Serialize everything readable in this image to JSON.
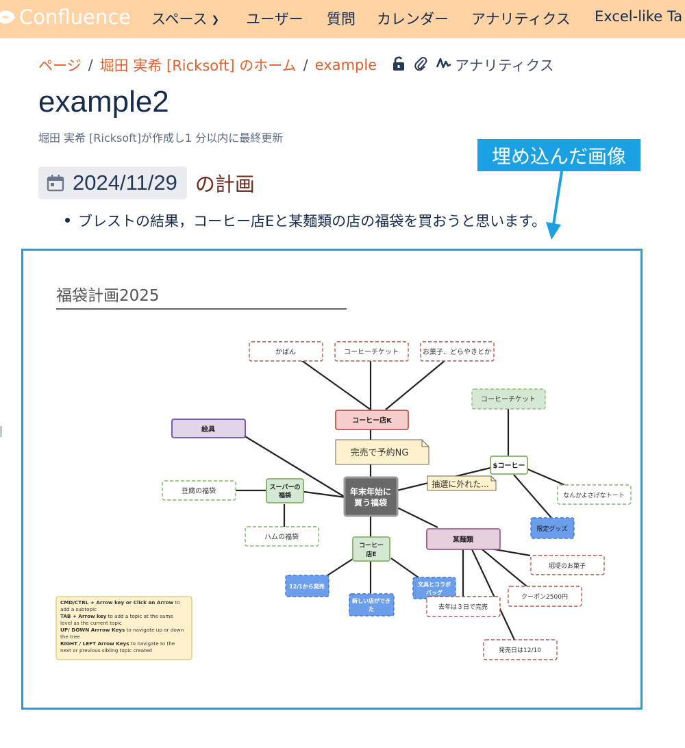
{
  "header": {
    "app_name": "Confluence",
    "nav": [
      {
        "label": "スペース",
        "has_dropdown": true
      },
      {
        "label": "ユーザー"
      },
      {
        "label": "質問"
      },
      {
        "label": "カレンダー"
      },
      {
        "label": "アナリティクス"
      },
      {
        "label": "Excel-like Ta"
      }
    ],
    "colors": {
      "bar": "#ffd3a4",
      "logo_text": "#ffffff"
    }
  },
  "breadcrumb": {
    "items": [
      "ページ",
      "堀田 実希 [Ricksoft] のホーム",
      "example"
    ],
    "separator": "/",
    "icons": [
      "unlock-icon",
      "paperclip-icon",
      "analytics-icon"
    ],
    "analytics_label": "アナリティクス"
  },
  "page": {
    "title": "example2",
    "byline": "堀田 実希 [Ricksoft]が作成し1 分以内に最終更新",
    "date": "2024/11/29",
    "date_suffix": "の計画",
    "bullet": "ブレストの結果，コーヒー店Eと某麺類の店の福袋を買おうと思います。"
  },
  "callout": {
    "label": "埋め込んだ画像",
    "color": "#1ba1e2"
  },
  "mindmap": {
    "title": "福袋計画2025",
    "center": "年末年始に買う福袋",
    "center_lines": [
      "年末年始に",
      "買う福袋"
    ],
    "nodes": {
      "coffee_k": "コーヒー店K",
      "kaban": "かばん",
      "coffee_ticket_1": "コーヒーチケット",
      "okashi": "お菓子、どらやきとか",
      "sold_out_note": "完売で予約NG",
      "ebu": "絵具",
      "super_lines": [
        "スーパーの",
        "福袋"
      ],
      "tofu": "豆腐の福袋",
      "ham": "ハムの福袋",
      "s_coffee": "$コーヒー",
      "coffee_ticket_2": "コーヒーチケット",
      "lottery_note": "抽選に外れた...",
      "tote": "なんかよさげなトート",
      "limited": "限定グッズ",
      "coffee_e_lines": [
        "コーヒー",
        "店E"
      ],
      "dec1": "12/1から発売",
      "new_shop_lines": [
        "新しい店ができ",
        "た"
      ],
      "bunny_lines": [
        "文具とコラボ",
        "バッグ"
      ],
      "noodles": "某麺類",
      "senbei": "堀堤のお菓子",
      "coupon": "クーポン2500円",
      "kyonen": "去年は３日で完売",
      "release": "発売日は12/10"
    },
    "help": [
      {
        "bold": "CMD/CTRL + Arrow key or Click an Arrow",
        "rest": " to"
      },
      {
        "bold": "",
        "rest": "add a subtopic"
      },
      {
        "bold": "TAB + Arrow key",
        "rest": " to add a topic at the same"
      },
      {
        "bold": "",
        "rest": "level as the current topic"
      },
      {
        "bold": "UP/ DOWN Arrrow Keys",
        "rest": " to navigate up or down"
      },
      {
        "bold": "",
        "rest": "the tree"
      },
      {
        "bold": "RIGHT / LEFT Arrow Keys",
        "rest": " to navigate to the"
      },
      {
        "bold": "",
        "rest": "next or previous sibling topic created"
      }
    ]
  }
}
